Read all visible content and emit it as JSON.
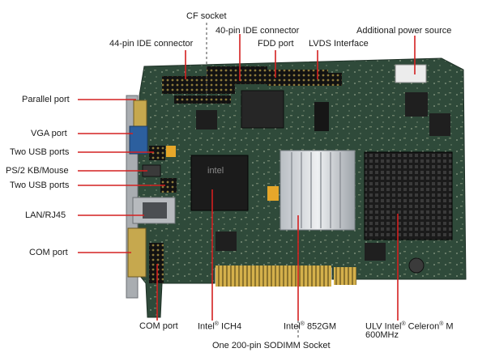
{
  "labels": {
    "cf_socket": "CF socket",
    "ide40": "40-pin IDE connector",
    "ide44": "44-pin IDE connector",
    "fdd": "FDD port",
    "lvds": "LVDS Interface",
    "power": "Additional power source",
    "parallel": "Parallel port",
    "vga": "VGA port",
    "usb1": "Two USB ports",
    "ps2": "PS/2 KB/Mouse",
    "usb2": "Two USB ports",
    "lan": "LAN/RJ45",
    "com1": "COM port",
    "com2": "COM port",
    "ich4_pre": "Intel",
    "ich4_reg": "®",
    "ich4_post": " ICH4",
    "gm_pre": "Intel",
    "gm_reg": "®",
    "gm_post": " 852GM",
    "cpu_pre": "ULV Intel",
    "cpu_reg1": "®",
    "cpu_mid": " Celeron",
    "cpu_reg2": "®",
    "cpu_post": " M",
    "cpu_freq": "600MHz",
    "sodimm": "One 200-pin SODIMM Socket"
  },
  "board_marks": {
    "chip_logo": "intel"
  },
  "colors": {
    "pcb": "#2f4a3a",
    "leader": "#d32020",
    "gold": "#c9a441",
    "text": "#1a1a1a"
  }
}
